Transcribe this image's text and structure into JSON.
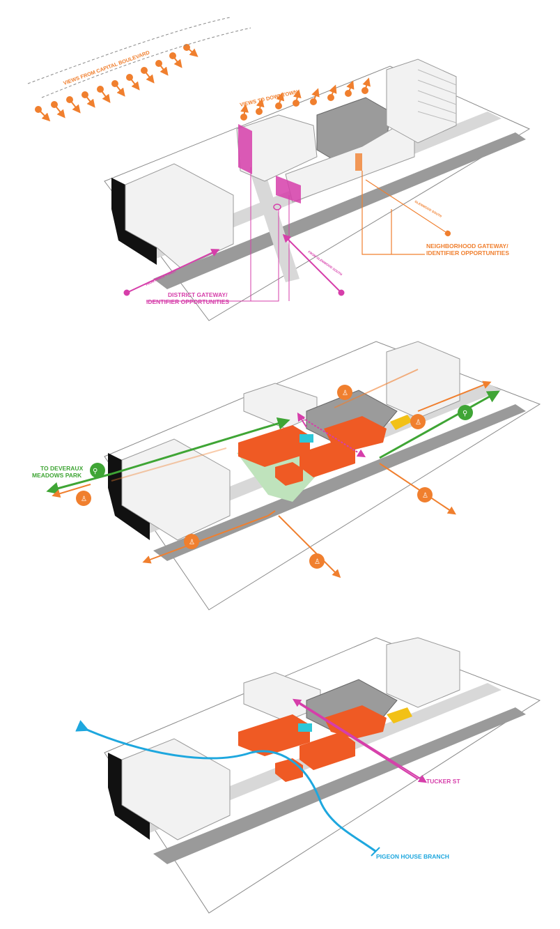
{
  "colors": {
    "orange": "#f07f2e",
    "orange_block": "#ef5a24",
    "magenta": "#d63eaa",
    "green": "#3fa535",
    "green_area": "#bfe3bc",
    "cyan": "#1ea7de",
    "teal_block": "#2ec7d8",
    "yellow_block": "#f2c117",
    "building": "#f2f2f2",
    "building_shade": "#d4d4d4",
    "road": "#d8d8d8",
    "ground": "#ffffff",
    "dark": "#111111"
  },
  "panel1": {
    "views_capital": "VIEWS FROM CAPITAL BOULEVARD",
    "views_downtown": "VIEWS TO DOWNTOWN",
    "glenwood_south_1": "GLENWOOD SOUTH",
    "glenwood_south_2": "FROM GLENWOOD SOUTH",
    "peace_west": "FROM PEACE + WEST",
    "neighborhood_gateway_1": "NEIGHBORHOOD GATEWAY/",
    "neighborhood_gateway_2": "IDENTIFIER OPPORTUNITIES",
    "district_gateway_1": "DISTRICT GATEWAY/",
    "district_gateway_2": "IDENTIFIER OPPORTUNITIES"
  },
  "panel2": {
    "deveraux_1": "TO DEVERAUX",
    "deveraux_2": "MEADOWS PARK"
  },
  "panel3": {
    "tucker": "TUCKER ST",
    "pigeon": "PIGEON HOUSE BRANCH"
  }
}
